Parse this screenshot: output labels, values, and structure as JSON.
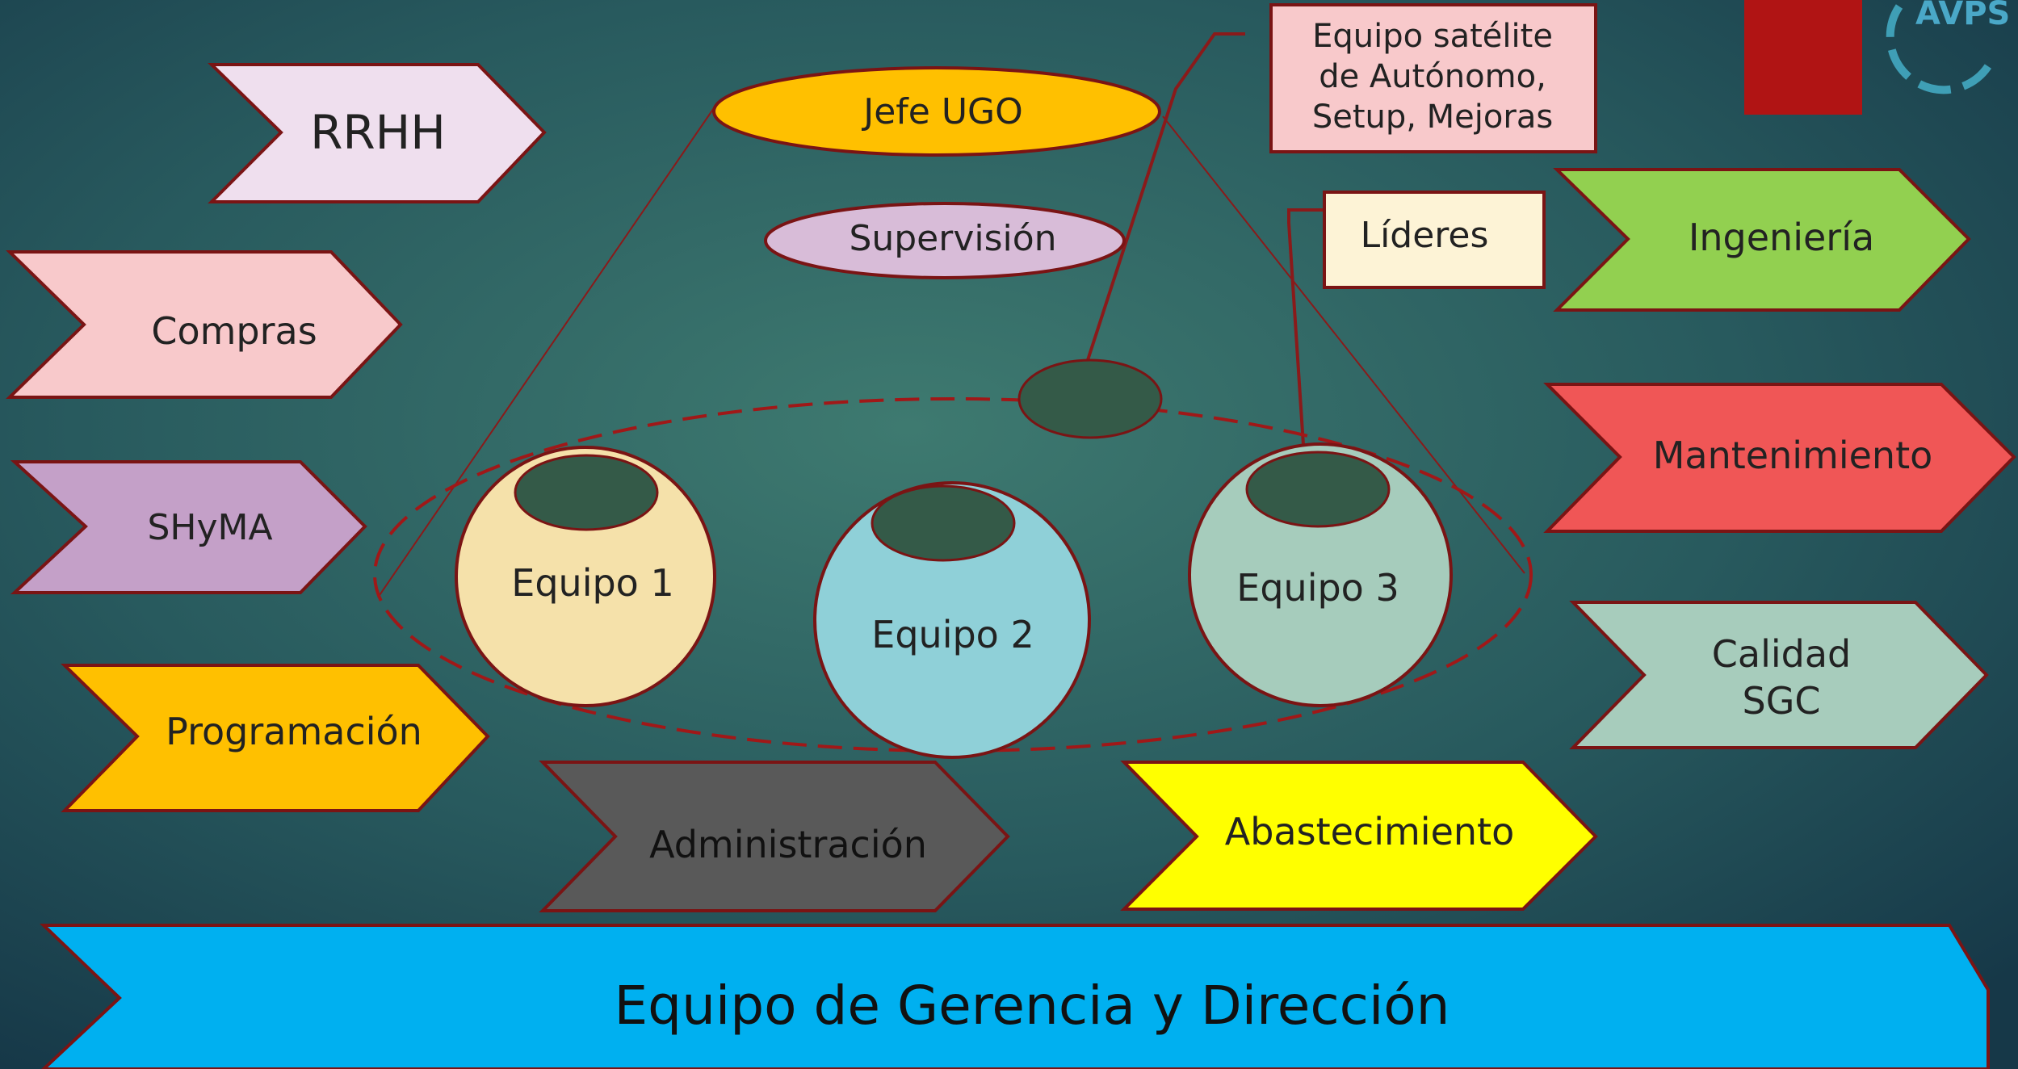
{
  "logo": {
    "text": "AVPS"
  },
  "top_nodes": {
    "jefe": "Jefe UGO",
    "supervision": "Supervisión",
    "lideres": "Líderes",
    "satelite": [
      "Equipo satélite",
      "de Autónomo,",
      "Setup, Mejoras"
    ]
  },
  "teams": [
    "Equipo 1",
    "Equipo 2",
    "Equipo 3"
  ],
  "left_arrows": {
    "rrhh": "RRHH",
    "compras": "Compras",
    "shyma": "SHyMA",
    "programacion": "Programación"
  },
  "bottom_arrows": {
    "administracion": "Administración",
    "abastecimiento": "Abastecimiento"
  },
  "right_arrows": {
    "ingenieria": "Ingeniería",
    "mantenimiento": "Mantenimiento",
    "calidad": [
      "Calidad",
      "SGC"
    ]
  },
  "base_banner": "Equipo de Gerencia y Dirección",
  "colors": {
    "background_center": "#3e7a70",
    "background_edge": "#163848",
    "outline": "#7a1414",
    "rrhh": "#efdfee",
    "compras": "#f8c9cb",
    "shyma": "#c4a0c8",
    "programacion": "#ffc000",
    "administracion": "#595959",
    "abastecimiento": "#ffff00",
    "ingenieria": "#92d050",
    "mantenimiento": "#f05656",
    "calidad": "#a7ccbc",
    "banner": "#00b0f0",
    "jefe": "#ffc000",
    "supervision": "#d8bcd8",
    "lideres": "#fdf3d6",
    "satelite": "#f8c9cb",
    "team1": "#f5e1aa",
    "team2": "#8fd0d8",
    "team3": "#a6ccbc",
    "team_heads": "#345a48",
    "red_block": "#b01414"
  }
}
